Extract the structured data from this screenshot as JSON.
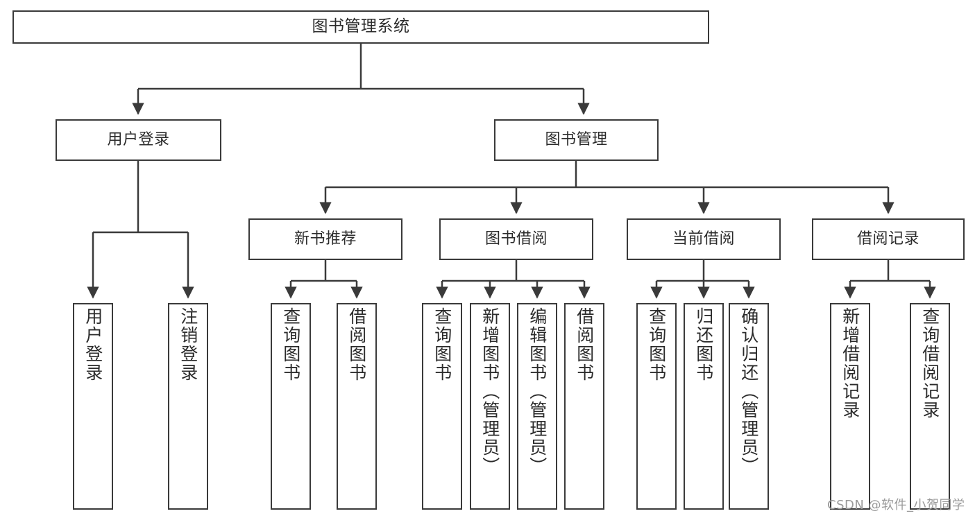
{
  "diagram": {
    "title": "图书管理系统",
    "type": "function-hierarchy-tree",
    "stroke_color": "#3a3a3a",
    "text_color": "#2b2b2b",
    "background_color": "#ffffff"
  },
  "nodes": {
    "root": {
      "label": "图书管理系统"
    },
    "level2": [
      {
        "label": "用户登录"
      },
      {
        "label": "图书管理"
      }
    ],
    "level3": [
      {
        "label": "新书推荐"
      },
      {
        "label": "图书借阅"
      },
      {
        "label": "当前借阅"
      },
      {
        "label": "借阅记录"
      }
    ],
    "leaves_user_login": [
      {
        "label": "用户登录"
      },
      {
        "label": "注销登录"
      }
    ],
    "leaves_new_books": [
      {
        "label": "查询图书"
      },
      {
        "label": "借阅图书"
      }
    ],
    "leaves_borrow": [
      {
        "label": "查询图书"
      },
      {
        "label": "新增图书（管理员）"
      },
      {
        "label": "编辑图书（管理员）"
      },
      {
        "label": "借阅图书"
      }
    ],
    "leaves_current": [
      {
        "label": "查询图书"
      },
      {
        "label": "归还图书"
      },
      {
        "label": "确认归还（管理员）"
      }
    ],
    "leaves_records": [
      {
        "label": "新增借阅记录"
      },
      {
        "label": "查询借阅记录"
      }
    ]
  },
  "watermark": {
    "text": "CSDN @软件_小贺同学"
  }
}
